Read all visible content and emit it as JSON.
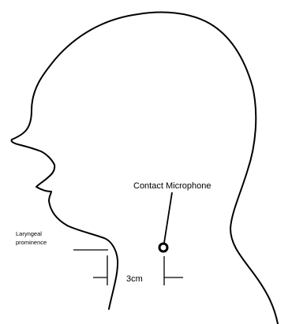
{
  "diagram": {
    "labels": {
      "contact_microphone": "Contact Microphone",
      "laryngeal_line1": "Laryngeal",
      "laryngeal_line2": "prominence",
      "distance": "3cm"
    }
  }
}
